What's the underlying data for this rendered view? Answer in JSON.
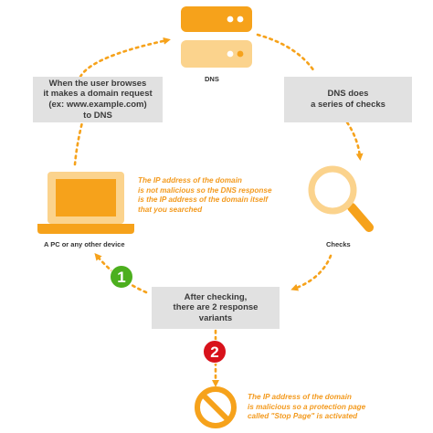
{
  "colors": {
    "accent": "#f6a21b",
    "accent_light": "#fbd38d",
    "box_gray": "#e1e1e1",
    "text_dark": "#3a3a3a",
    "note_orange": "#f39a1e",
    "badge_green": "#4caf1e",
    "badge_red": "#d8121b"
  },
  "icons": {
    "server": "server-icon",
    "laptop": "laptop-icon",
    "magnifier": "magnifier-icon",
    "blocked": "blocked-icon"
  },
  "dns": {
    "label": "DNS"
  },
  "user_box": {
    "lines": [
      "When the user browses",
      "it makes a domain request",
      "(ex: www.example.com)",
      "to DNS"
    ]
  },
  "dns_box": {
    "lines": [
      "DNS does",
      "a series of checks"
    ]
  },
  "device": {
    "label": "A PC or any other device"
  },
  "checks": {
    "label": "Checks"
  },
  "after_box": {
    "lines": [
      "After checking,",
      "there are 2 response",
      "variants"
    ]
  },
  "note_1": {
    "lines": [
      "The IP address of the domain",
      "is not malicious so the DNS response",
      "is the IP address of the domain itself",
      "that you searched"
    ]
  },
  "note_2": {
    "lines": [
      "The IP address of the domain",
      "is malicious so a protection page",
      "called \"Stop Page\" is activated"
    ]
  },
  "badges": {
    "one": "1",
    "two": "2"
  }
}
